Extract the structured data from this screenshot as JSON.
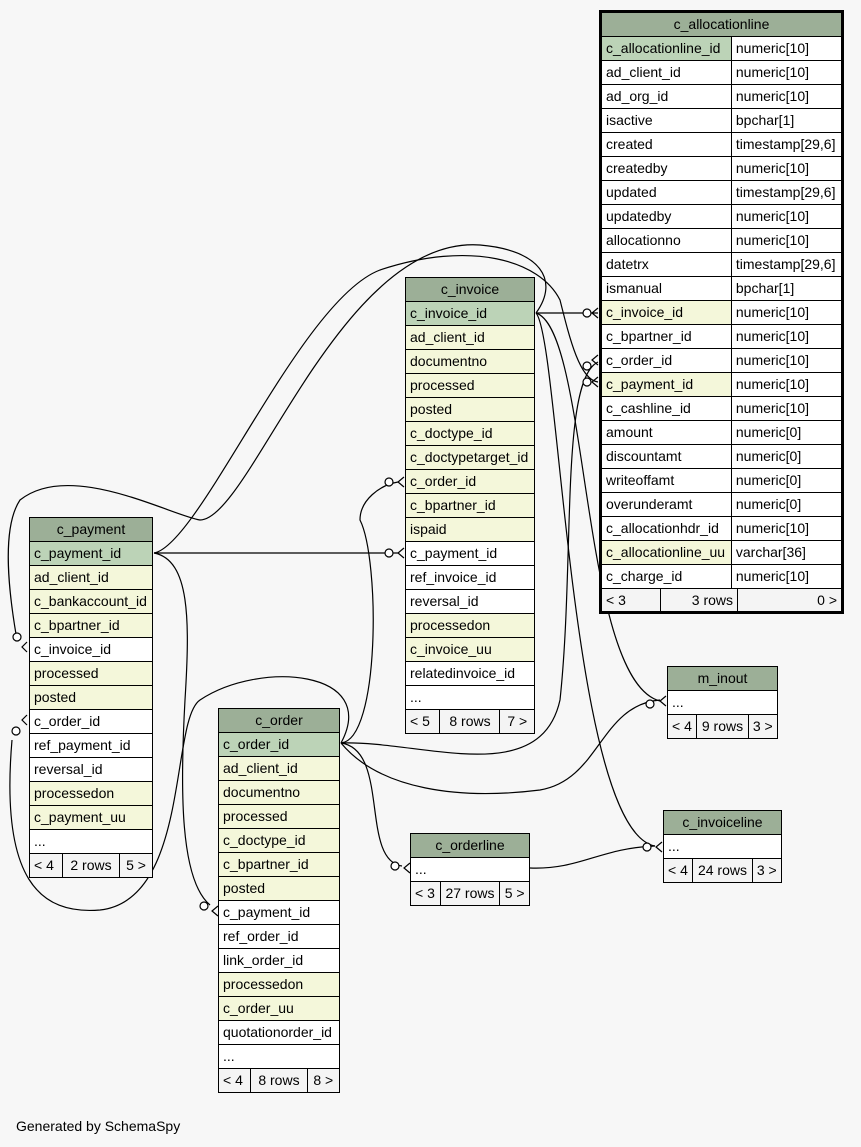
{
  "footer": "Generated by SchemaSy​py",
  "tables": {
    "c_allocationline": {
      "name": "c_allocationline",
      "columns": [
        {
          "name": "c_allocationline_id",
          "type": "numeric[10]",
          "kind": "pk"
        },
        {
          "name": "ad_client_id",
          "type": "numeric[10]",
          "kind": "plain"
        },
        {
          "name": "ad_org_id",
          "type": "numeric[10]",
          "kind": "plain"
        },
        {
          "name": "isactive",
          "type": "bpchar[1]",
          "kind": "plain"
        },
        {
          "name": "created",
          "type": "timestamp[29,6]",
          "kind": "plain"
        },
        {
          "name": "createdby",
          "type": "numeric[10]",
          "kind": "plain"
        },
        {
          "name": "updated",
          "type": "timestamp[29,6]",
          "kind": "plain"
        },
        {
          "name": "updatedby",
          "type": "numeric[10]",
          "kind": "plain"
        },
        {
          "name": "allocationno",
          "type": "numeric[10]",
          "kind": "plain"
        },
        {
          "name": "datetrx",
          "type": "timestamp[29,6]",
          "kind": "plain"
        },
        {
          "name": "ismanual",
          "type": "bpchar[1]",
          "kind": "plain"
        },
        {
          "name": "c_invoice_id",
          "type": "numeric[10]",
          "kind": "fk"
        },
        {
          "name": "c_bpartner_id",
          "type": "numeric[10]",
          "kind": "plain"
        },
        {
          "name": "c_order_id",
          "type": "numeric[10]",
          "kind": "plain"
        },
        {
          "name": "c_payment_id",
          "type": "numeric[10]",
          "kind": "fk"
        },
        {
          "name": "c_cashline_id",
          "type": "numeric[10]",
          "kind": "plain"
        },
        {
          "name": "amount",
          "type": "numeric[0]",
          "kind": "plain"
        },
        {
          "name": "discountamt",
          "type": "numeric[0]",
          "kind": "plain"
        },
        {
          "name": "writeoffamt",
          "type": "numeric[0]",
          "kind": "plain"
        },
        {
          "name": "overunderamt",
          "type": "numeric[0]",
          "kind": "plain"
        },
        {
          "name": "c_allocationhdr_id",
          "type": "numeric[10]",
          "kind": "plain"
        },
        {
          "name": "c_allocationline_uu",
          "type": "varchar[36]",
          "kind": "fk"
        },
        {
          "name": "c_charge_id",
          "type": "numeric[10]",
          "kind": "plain"
        }
      ],
      "footer": {
        "left": "< 3",
        "mid": "3 rows",
        "right": "0 >"
      }
    },
    "c_invoice": {
      "name": "c_invoice",
      "columns": [
        {
          "name": "c_invoice_id",
          "kind": "pk"
        },
        {
          "name": "ad_client_id",
          "kind": "fk"
        },
        {
          "name": "documentno",
          "kind": "fk"
        },
        {
          "name": "processed",
          "kind": "fk"
        },
        {
          "name": "posted",
          "kind": "fk"
        },
        {
          "name": "c_doctype_id",
          "kind": "fk"
        },
        {
          "name": "c_doctypetarget_id",
          "kind": "fk"
        },
        {
          "name": "c_order_id",
          "kind": "fk"
        },
        {
          "name": "c_bpartner_id",
          "kind": "fk"
        },
        {
          "name": "ispaid",
          "kind": "fk"
        },
        {
          "name": "c_payment_id",
          "kind": "plain"
        },
        {
          "name": "ref_invoice_id",
          "kind": "plain"
        },
        {
          "name": "reversal_id",
          "kind": "plain"
        },
        {
          "name": "processedon",
          "kind": "fk"
        },
        {
          "name": "c_invoice_uu",
          "kind": "fk"
        },
        {
          "name": "relatedinvoice_id",
          "kind": "plain"
        },
        {
          "name": "...",
          "kind": "plain"
        }
      ],
      "footer": {
        "left": "< 5",
        "mid": "8 rows",
        "right": "7 >"
      }
    },
    "c_payment": {
      "name": "c_payment",
      "columns": [
        {
          "name": "c_payment_id",
          "kind": "pk"
        },
        {
          "name": "ad_client_id",
          "kind": "fk"
        },
        {
          "name": "c_bankaccount_id",
          "kind": "fk"
        },
        {
          "name": "c_bpartner_id",
          "kind": "fk"
        },
        {
          "name": "c_invoice_id",
          "kind": "plain"
        },
        {
          "name": "processed",
          "kind": "fk"
        },
        {
          "name": "posted",
          "kind": "fk"
        },
        {
          "name": "c_order_id",
          "kind": "plain"
        },
        {
          "name": "ref_payment_id",
          "kind": "plain"
        },
        {
          "name": "reversal_id",
          "kind": "plain"
        },
        {
          "name": "processedon",
          "kind": "fk"
        },
        {
          "name": "c_payment_uu",
          "kind": "fk"
        },
        {
          "name": "...",
          "kind": "plain"
        }
      ],
      "footer": {
        "left": "< 4",
        "mid": "2 rows",
        "right": "5 >"
      }
    },
    "c_order": {
      "name": "c_order",
      "columns": [
        {
          "name": "c_order_id",
          "kind": "pk"
        },
        {
          "name": "ad_client_id",
          "kind": "fk"
        },
        {
          "name": "documentno",
          "kind": "fk"
        },
        {
          "name": "processed",
          "kind": "fk"
        },
        {
          "name": "c_doctype_id",
          "kind": "fk"
        },
        {
          "name": "c_bpartner_id",
          "kind": "fk"
        },
        {
          "name": "posted",
          "kind": "fk"
        },
        {
          "name": "c_payment_id",
          "kind": "plain"
        },
        {
          "name": "ref_order_id",
          "kind": "plain"
        },
        {
          "name": "link_order_id",
          "kind": "plain"
        },
        {
          "name": "processedon",
          "kind": "fk"
        },
        {
          "name": "c_order_uu",
          "kind": "fk"
        },
        {
          "name": "quotationorder_id",
          "kind": "plain"
        },
        {
          "name": "...",
          "kind": "plain"
        }
      ],
      "footer": {
        "left": "< 4",
        "mid": "8 rows",
        "right": "8 >"
      }
    },
    "m_inout": {
      "name": "m_inout",
      "columns": [
        {
          "name": "...",
          "kind": "plain"
        }
      ],
      "footer": {
        "left": "< 4",
        "mid": "9 rows",
        "right": "3 >"
      }
    },
    "c_orderline": {
      "name": "c_orderline",
      "columns": [
        {
          "name": "...",
          "kind": "plain"
        }
      ],
      "footer": {
        "left": "< 3",
        "mid": "27 rows",
        "right": "5 >"
      }
    },
    "c_invoiceline": {
      "name": "c_invoiceline",
      "columns": [
        {
          "name": "...",
          "kind": "plain"
        }
      ],
      "footer": {
        "left": "< 4",
        "mid": "24 rows",
        "right": "3 >"
      }
    }
  }
}
